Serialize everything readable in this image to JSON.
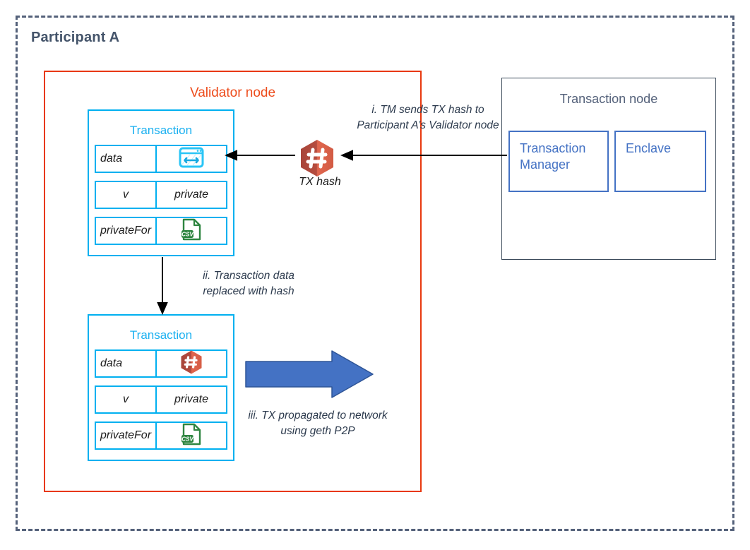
{
  "participant": {
    "title": "Participant A"
  },
  "validator_node": {
    "title": "Validator node"
  },
  "transaction_node": {
    "title": "Transaction node",
    "transaction_manager_label": "Transaction Manager",
    "enclave_label": "Enclave"
  },
  "transactions": [
    {
      "title": "Transaction",
      "rows": [
        {
          "key": "data",
          "value": "",
          "icon": "browser-exchange-icon"
        },
        {
          "key": "v",
          "value": "private",
          "icon": ""
        },
        {
          "key": "privateFor",
          "value": "",
          "icon": "csv-file-icon"
        }
      ]
    },
    {
      "title": "Transaction",
      "rows": [
        {
          "key": "data",
          "value": "",
          "icon": "hash-hexagon-icon"
        },
        {
          "key": "v",
          "value": "private",
          "icon": ""
        },
        {
          "key": "privateFor",
          "value": "",
          "icon": "csv-file-icon"
        }
      ]
    }
  ],
  "annotations": {
    "step_i": "i. TM sends TX hash to Participant A’s Validator node",
    "step_ii": "ii. Transaction data replaced with hash",
    "step_iii": "iii. TX propagated to network using geth P2P",
    "tx_hash_label": "TX hash"
  },
  "colors": {
    "participant_border": "#54617a",
    "participant_title": "#44546a",
    "validator_border": "#e8380d",
    "validator_title": "#ed4c1c",
    "transaction_border": "#00b0f0",
    "transaction_title": "#1ab0f0",
    "node_border": "#3b4a5a",
    "node_title": "#54617a",
    "subbox_border": "#4472c4",
    "subbox_text": "#4472c4",
    "hash_hex_dark": "#a8453a",
    "hash_hex_light": "#e1674f",
    "csv_green": "#2e8540",
    "block_arrow": "#4472c4",
    "arrow_line": "#000000"
  }
}
